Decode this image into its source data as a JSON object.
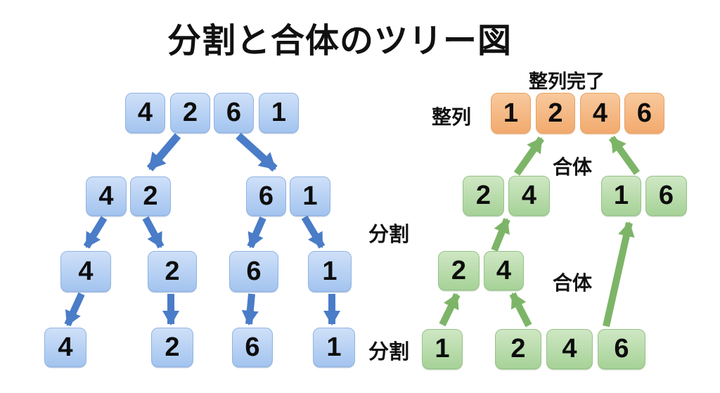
{
  "title": "分割と合体のツリー図",
  "labels": {
    "split_upper": "分割",
    "split_lower": "分割",
    "merge_upper": "合体",
    "merge_lower": "合体",
    "sorted": "整列",
    "sorted_complete": "整列完了"
  },
  "divide_tree": {
    "level1": [
      "4",
      "2",
      "6",
      "1"
    ],
    "level2": [
      "4",
      "2",
      "6",
      "1"
    ],
    "level3": [
      "4",
      "2",
      "6",
      "1"
    ],
    "level4": [
      "4",
      "2",
      "6",
      "1"
    ]
  },
  "merge_tree": {
    "singles": [
      "1",
      "2",
      "4",
      "6"
    ],
    "pair_mid": [
      "2",
      "4"
    ],
    "pair_upper_left": [
      "2",
      "4"
    ],
    "pair_upper_right": [
      "1",
      "6"
    ],
    "sorted_row": [
      "1",
      "2",
      "4",
      "6"
    ]
  },
  "colors": {
    "blue_box_top": "#cfe0f8",
    "blue_box_bottom": "#a3c4ef",
    "blue_box_border": "#8fb3e4",
    "blue_arrow": "#4a7cc8",
    "green_box_top": "#cfe7c4",
    "green_box_bottom": "#a6d297",
    "green_box_border": "#94c286",
    "green_arrow": "#7db568",
    "orange_box_top": "#f8c99d",
    "orange_box_bottom": "#f2aa6e",
    "orange_box_border": "#e8a162",
    "text": "#111111",
    "background": "#ffffff"
  }
}
